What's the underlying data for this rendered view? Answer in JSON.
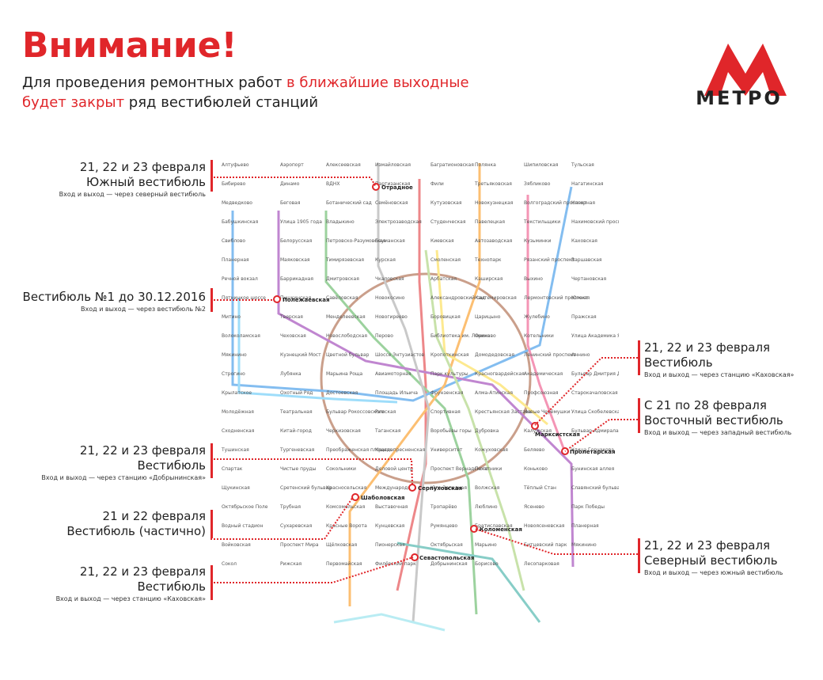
{
  "heading": {
    "title": "Внимание!",
    "line1_plain": "Для проведения ремонтных работ ",
    "line1_red": "в ближайшие выходные",
    "line2_red": "будет закрыт",
    "line2_plain": " ряд вестибюлей станций"
  },
  "logo": {
    "text": "МЕТРО",
    "icon": "metro-m-icon",
    "color": "#e0262a"
  },
  "colors": {
    "accent": "#e0262a"
  },
  "notices_left": [
    {
      "date": "21, 22 и 23 февраля",
      "vestibule": "Южный вестибюль",
      "detail": "Вход и выход — через северный вестибюль",
      "station": "Отрадное"
    },
    {
      "date": "Вестибюль №1 до 30.12.2016",
      "vestibule": "",
      "detail": "Вход и выход — через вестибюль №2",
      "station": "Полежаевская"
    },
    {
      "date": "21, 22 и 23 февраля",
      "vestibule": "Вестибюль",
      "detail": "Вход и выход — через станцию «Добрынинская»",
      "station": "Серпуховская"
    },
    {
      "date": "21 и 22 февраля",
      "vestibule": "Вестибюль (частично)",
      "detail": "",
      "station": "Шаболовская"
    },
    {
      "date": "21, 22 и 23 февраля",
      "vestibule": "Вестибюль",
      "detail": "Вход и выход — через станцию «Каховская»",
      "station": "Севастопольская"
    }
  ],
  "notices_right": [
    {
      "date": "21, 22 и 23 февраля",
      "vestibule": "Вестибюль",
      "detail": "Вход и выход — через станцию «Каховская»",
      "station": "Марксистская"
    },
    {
      "date": "С 21 по 28 февраля",
      "vestibule": "Восточный вестибюль",
      "detail": "Вход и выход — через западный вестибюль",
      "station": "Пролетарская"
    },
    {
      "date": "21, 22 и 23 февраля",
      "vestibule": "Северный вестибюль",
      "detail": "Вход и выход — через южный вестибюль",
      "station": "Коломенская"
    }
  ],
  "highlighted_stations": [
    "Отрадное",
    "Полежаевская",
    "Марксистская",
    "Пролетарская",
    "Серпуховская",
    "Шаболовская",
    "Коломенская",
    "Севастопольская"
  ],
  "map_labels": [
    "Алтуфьево",
    "Бибирево",
    "Медведково",
    "Бабушкинская",
    "Свиблово",
    "Планерная",
    "Речной вокзал",
    "Пятницкое шоссе",
    "Митино",
    "Волоколамская",
    "Мякинино",
    "Строгино",
    "Крылатское",
    "Молодёжная",
    "Сходненская",
    "Тушинская",
    "Спартак",
    "Щукинская",
    "Октябрьское Поле",
    "Водный стадион",
    "Войковская",
    "Сокол",
    "Аэропорт",
    "Динамо",
    "Беговая",
    "Улица 1905 года",
    "Белорусская",
    "Маяковская",
    "Баррикадная",
    "Пушкинская",
    "Тверская",
    "Чеховская",
    "Кузнецкий Мост",
    "Лубянка",
    "Охотный Ряд",
    "Театральная",
    "Китай-город",
    "Тургеневская",
    "Чистые пруды",
    "Сретенский бульвар",
    "Трубная",
    "Сухаревская",
    "Проспект Мира",
    "Рижская",
    "Алексеевская",
    "ВДНХ",
    "Ботанический сад",
    "Владыкино",
    "Петровско-Разумовская",
    "Тимирязевская",
    "Дмитровская",
    "Савёловская",
    "Менделеевская",
    "Новослободская",
    "Цветной бульвар",
    "Марьина Роща",
    "Достоевская",
    "Бульвар Рокоссовского",
    "Черкизовская",
    "Преображенская площадь",
    "Сокольники",
    "Красносельская",
    "Комсомольская",
    "Красные Ворота",
    "Щёлковская",
    "Первомайская",
    "Измайловская",
    "Партизанская",
    "Семёновская",
    "Электрозаводская",
    "Бауманская",
    "Курская",
    "Чкаловская",
    "Новокосино",
    "Новогиреево",
    "Перово",
    "Шоссе Энтузиастов",
    "Авиамоторная",
    "Площадь Ильича",
    "Римская",
    "Таганская",
    "Краснопресненская",
    "Деловой центр",
    "Международная",
    "Выставочная",
    "Кунцевская",
    "Пионерская",
    "Филёвский парк",
    "Багратионовская",
    "Фили",
    "Кутузовская",
    "Студенческая",
    "Киевская",
    "Смоленская",
    "Арбатская",
    "Александровский сад",
    "Боровицкая",
    "Библиотека им. Ленина",
    "Кропоткинская",
    "Парк культуры",
    "Фрунзенская",
    "Спортивная",
    "Воробьёвы горы",
    "Университет",
    "Проспект Вернадского",
    "Юго-Западная",
    "Тропарёво",
    "Румянцево",
    "Октябрьская",
    "Добрынинская",
    "Полянка",
    "Третьяковская",
    "Новокузнецкая",
    "Павелецкая",
    "Автозаводская",
    "Технопарк",
    "Каширская",
    "Кантемировская",
    "Царицыно",
    "Орехово",
    "Домодедовская",
    "Красногвардейская",
    "Алма-Атинская",
    "Крестьянская Застава",
    "Дубровка",
    "Кожуховская",
    "Печатники",
    "Волжская",
    "Люблино",
    "Братиславская",
    "Марьино",
    "Борисово",
    "Шипиловская",
    "Зябликово",
    "Волгоградский проспект",
    "Текстильщики",
    "Кузьминки",
    "Рязанский проспект",
    "Выхино",
    "Лермонтовский проспект",
    "Жулебино",
    "Котельники",
    "Ленинский проспект",
    "Академическая",
    "Профсоюзная",
    "Новые Черёмушки",
    "Калужская",
    "Беляево",
    "Коньково",
    "Тёплый Стан",
    "Ясенево",
    "Новоясеневская",
    "Битцевский парк",
    "Лесопарковая",
    "Тульская",
    "Нагатинская",
    "Нагорная",
    "Нахимовский проспект",
    "Каховская",
    "Варшавская",
    "Чертановская",
    "Южная",
    "Пражская",
    "Улица Академика Янгеля",
    "Аннино",
    "Бульвар Дмитрия Донского",
    "Старокачаловская",
    "Улица Скобелевская",
    "Бульвар Адмирала Ушакова",
    "Улица Горчакова",
    "Бунинская аллея",
    "Славянский бульвар",
    "Парк Победы",
    "Планерная",
    "Мякинино"
  ]
}
